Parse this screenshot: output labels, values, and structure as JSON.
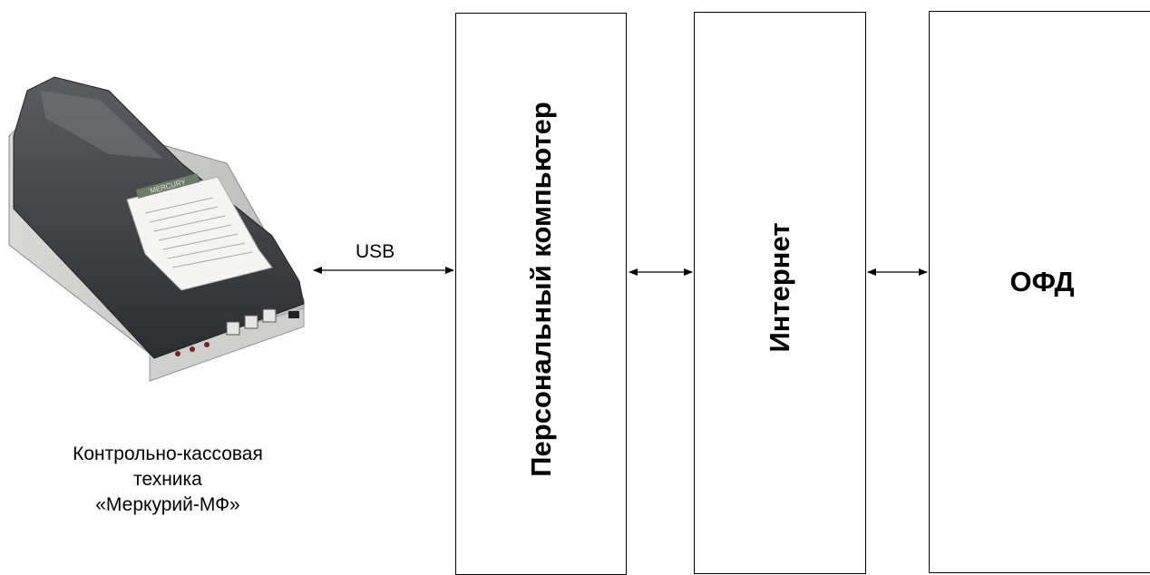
{
  "printer": {
    "caption_lines": [
      "Контрольно-кассовая",
      "техника",
      "«Меркурий-МФ»"
    ],
    "brand_text": "MERCURY",
    "icon": "cash-register-printer-photo"
  },
  "connections": {
    "usb_label": "USB"
  },
  "blocks": {
    "pc_label": "Персональный компьютер",
    "internet_label": "Интернет",
    "ofd_label": "ОФД"
  }
}
